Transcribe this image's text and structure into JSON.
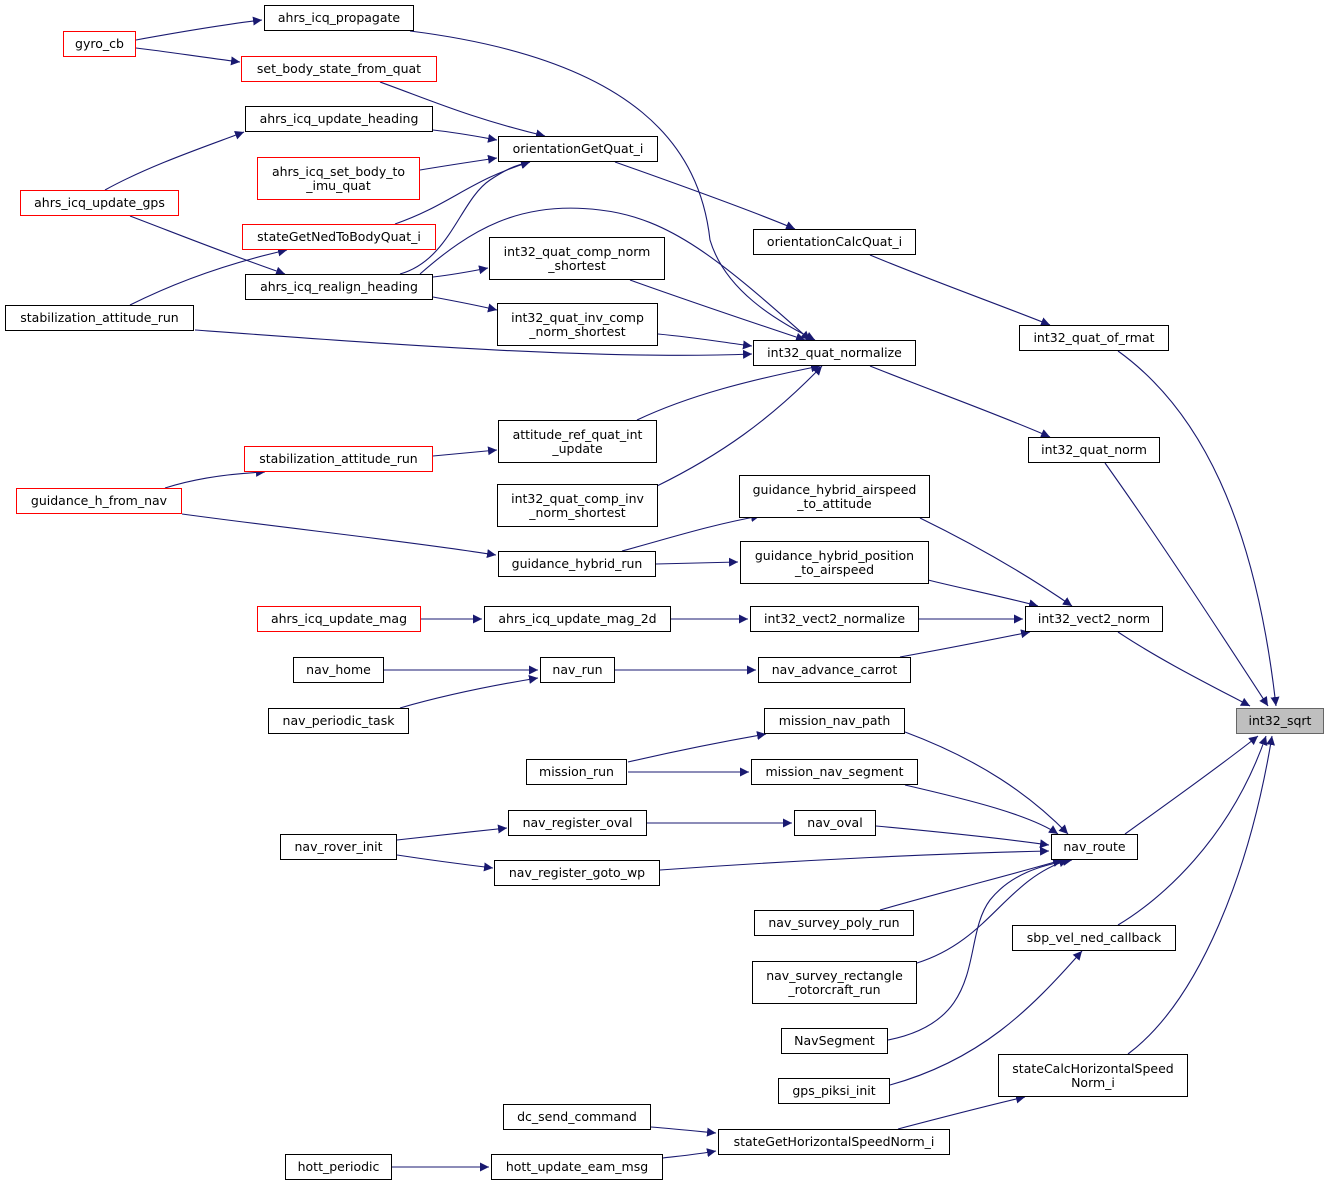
{
  "title": "int32_sqrt",
  "colors": {
    "edge": "#191970",
    "border": "#000000",
    "truncated_border": "#ff0000",
    "root_fill": "#bfbfbf",
    "root_border": "#666666"
  },
  "nodes": {
    "int32_sqrt": "int32_sqrt",
    "int32_quat_of_rmat": "int32_quat_of_rmat",
    "int32_quat_norm": "int32_quat_norm",
    "int32_vect2_norm": "int32_vect2_norm",
    "nav_route": "nav_route",
    "sbp_vel_ned_callback": "sbp_vel_ned_callback",
    "stateCalcHorizontalSpeedNorm_i": [
      "stateCalcHorizontalSpeed",
      "Norm_i"
    ],
    "orientationCalcQuat_i": "orientationCalcQuat_i",
    "int32_quat_normalize": "int32_quat_normalize",
    "guidance_hybrid_airspeed_to_attitude": [
      "guidance_hybrid_airspeed",
      "_to_attitude"
    ],
    "guidance_hybrid_position_to_airspeed": [
      "guidance_hybrid_position",
      "_to_airspeed"
    ],
    "int32_vect2_normalize": "int32_vect2_normalize",
    "nav_advance_carrot": "nav_advance_carrot",
    "mission_nav_path": "mission_nav_path",
    "mission_nav_segment": "mission_nav_segment",
    "nav_oval": "nav_oval",
    "nav_survey_poly_run": "nav_survey_poly_run",
    "nav_survey_rectangle_rotorcraft_run": [
      "nav_survey_rectangle",
      "_rotorcraft_run"
    ],
    "NavSegment": "NavSegment",
    "gps_piksi_init": "gps_piksi_init",
    "stateGetHorizontalSpeedNorm_i": "stateGetHorizontalSpeedNorm_i",
    "orientationGetQuat_i": "orientationGetQuat_i",
    "ahrs_icq_propagate": "ahrs_icq_propagate",
    "int32_quat_comp_norm_shortest": [
      "int32_quat_comp_norm",
      "_shortest"
    ],
    "int32_quat_inv_comp_norm_shortest": [
      "int32_quat_inv_comp",
      "_norm_shortest"
    ],
    "attitude_ref_quat_int_update": [
      "attitude_ref_quat_int",
      "_update"
    ],
    "int32_quat_comp_inv_norm_shortest": [
      "int32_quat_comp_inv",
      "_norm_shortest"
    ],
    "guidance_hybrid_run": "guidance_hybrid_run",
    "ahrs_icq_update_mag_2d": "ahrs_icq_update_mag_2d",
    "nav_run": "nav_run",
    "mission_run": "mission_run",
    "nav_register_oval": "nav_register_oval",
    "nav_register_goto_wp": "nav_register_goto_wp",
    "dc_send_command": "dc_send_command",
    "hott_update_eam_msg": "hott_update_eam_msg",
    "set_body_state_from_quat": "set_body_state_from_quat",
    "ahrs_icq_update_heading": "ahrs_icq_update_heading",
    "ahrs_icq_set_body_to_imu_quat": [
      "ahrs_icq_set_body_to",
      "_imu_quat"
    ],
    "stateGetNedToBodyQuat_i": "stateGetNedToBodyQuat_i",
    "ahrs_icq_realign_heading": "ahrs_icq_realign_heading",
    "stabilization_attitude_run_2": "stabilization_attitude_run",
    "ahrs_icq_update_mag": "ahrs_icq_update_mag",
    "nav_home": "nav_home",
    "nav_periodic_task": "nav_periodic_task",
    "nav_rover_init": "nav_rover_init",
    "hott_periodic": "hott_periodic",
    "gyro_cb": "gyro_cb",
    "ahrs_icq_update_gps": "ahrs_icq_update_gps",
    "stabilization_attitude_run_1": "stabilization_attitude_run",
    "guidance_h_from_nav": "guidance_h_from_nav"
  }
}
